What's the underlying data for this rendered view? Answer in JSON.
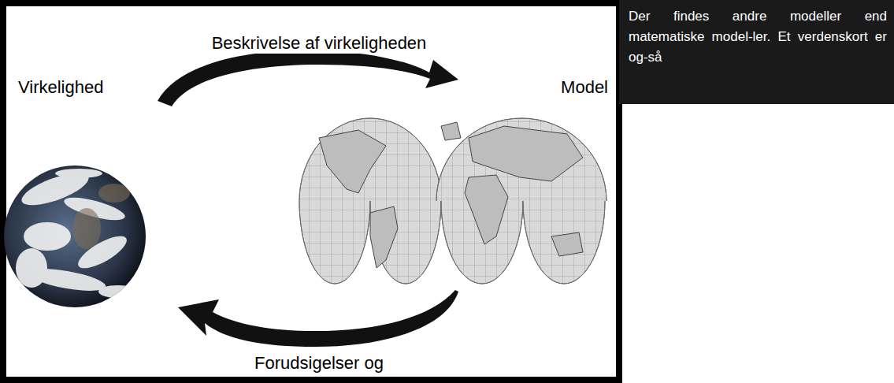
{
  "diagram": {
    "labels": [
      "Beskrivelse af virkeligheden",
      "Virkelighed",
      "Model",
      "Forudsigelser og",
      "Der findes andre modeller end matematiske model-ler. Et verdenskort er og-så"
    ]
  }
}
